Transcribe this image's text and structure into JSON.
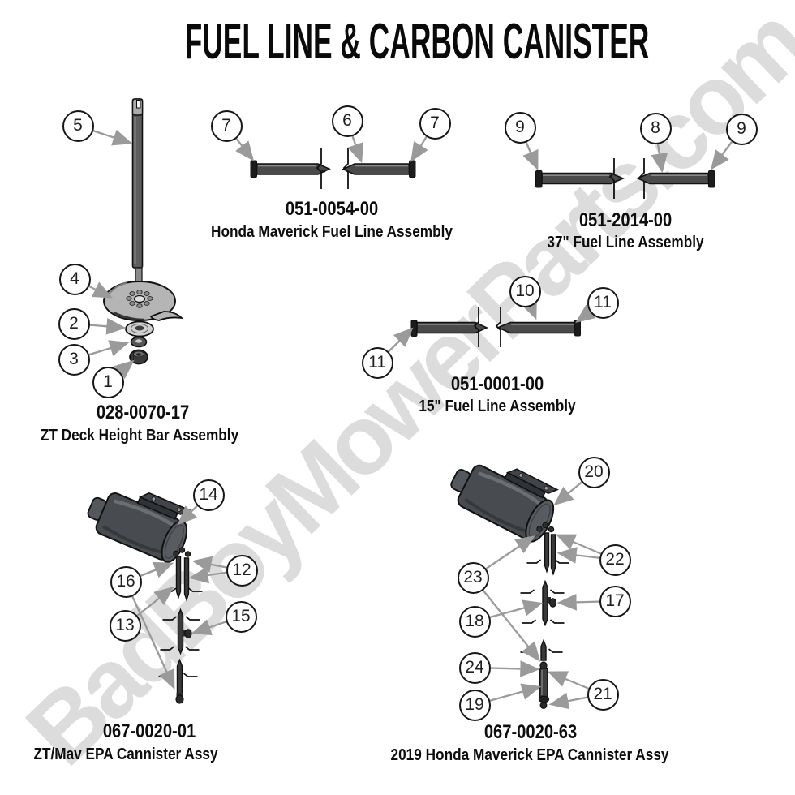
{
  "title": "FUEL LINE & CARBON CANISTER",
  "watermark": "BadBoyMowerParts.com",
  "colors": {
    "leader_gray": "#9a9a9a",
    "watermark_gray": "#dcdcdc",
    "hose_fill": "#4a4a4a",
    "canister_fill": "#484b50",
    "ink": "#0d0d0d"
  },
  "assemblies": {
    "zt_deck": {
      "part_number": "028-0070-17",
      "name": "ZT Deck Height Bar Assembly",
      "callouts": [
        "5",
        "4",
        "2",
        "3",
        "1"
      ]
    },
    "honda_fuel_line": {
      "part_number": "051-0054-00",
      "name": "Honda Maverick Fuel Line Assembly",
      "callouts": [
        "7",
        "6",
        "7"
      ]
    },
    "fuel_line_37": {
      "part_number": "051-2014-00",
      "name": "37\" Fuel Line Assembly",
      "callouts": [
        "9",
        "8",
        "9"
      ]
    },
    "fuel_line_15": {
      "part_number": "051-0001-00",
      "name": "15\" Fuel Line Assembly",
      "callouts": [
        "11",
        "10",
        "11"
      ]
    },
    "zt_canister": {
      "part_number": "067-0020-01",
      "name": "ZT/Mav EPA Cannister Assy",
      "callouts": [
        "14",
        "16",
        "12",
        "13",
        "15"
      ]
    },
    "honda_canister": {
      "part_number": "067-0020-63",
      "name": "2019 Honda Maverick EPA Cannister Assy",
      "callouts": [
        "20",
        "22",
        "23",
        "17",
        "18",
        "24",
        "19",
        "21"
      ]
    }
  }
}
